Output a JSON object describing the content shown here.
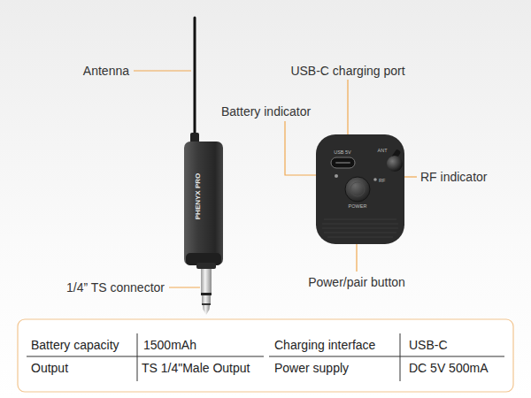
{
  "diagram": {
    "labels": [
      "Antenna",
      "USB-C charging port",
      "Battery indicator",
      "RF indicator",
      "1/4” TS connector",
      "Power/pair button",
      "PHENYX PRO",
      "USB 5V",
      "ANT",
      "RF",
      "POWER",
      "Battery capacity",
      "1500mAh",
      "Charging interface",
      "USB-C",
      "Output",
      "TS 1/4\"Male Output",
      "Power supply",
      "DC 5V 500mA"
    ]
  }
}
